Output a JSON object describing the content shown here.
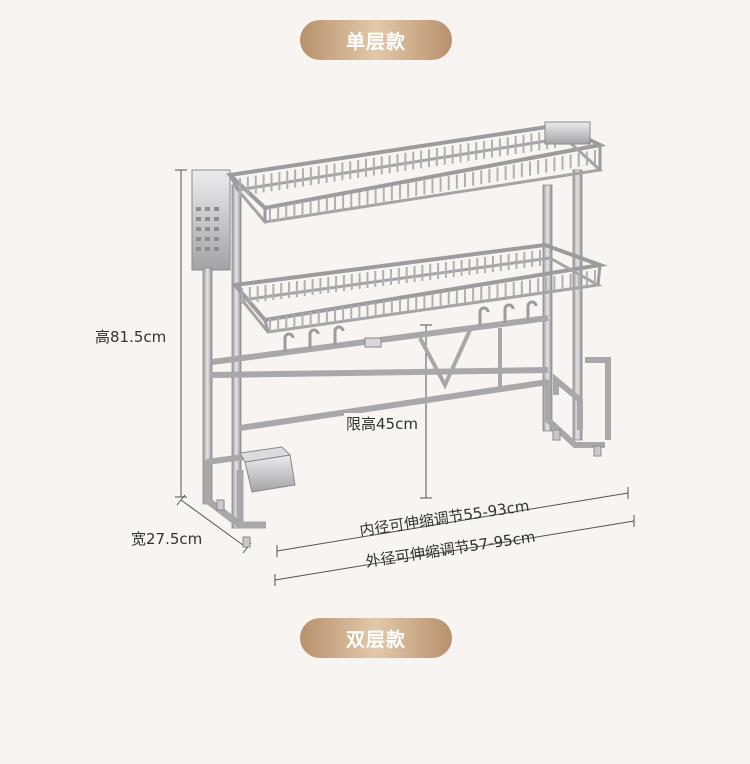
{
  "labels": {
    "single_layer": "单层款",
    "double_layer": "双层款",
    "height": "高81.5cm",
    "clearance": "限高45cm",
    "depth": "宽27.5cm",
    "inner_adjust": "内径可伸缩调节55-93cm",
    "outer_adjust": "外径可伸缩调节57-95cm"
  }
}
